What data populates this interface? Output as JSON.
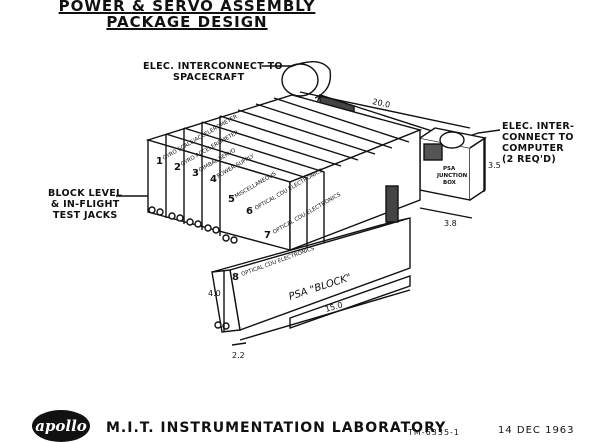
{
  "title": {
    "line1": "POWER & SERVO ASSEMBLY",
    "line2": "PACKAGE DESIGN"
  },
  "callouts": {
    "spacecraft": [
      "ELEC. INTERCONNECT TO",
      "SPACECRAFT"
    ],
    "computer": [
      "ELEC. INTER-",
      "CONNECT TO",
      "COMPUTER",
      "(2 REQ'D)"
    ],
    "jacks": [
      "BLOCK LEVEL",
      "& IN-FLIGHT",
      "TEST JACKS"
    ]
  },
  "modules": [
    {
      "num": "1",
      "name": "GYRO SCALE/ACCELEROMETER"
    },
    {
      "num": "2",
      "name": "GYRO ACCELEROMETER"
    },
    {
      "num": "3",
      "name": "GIMBAL SERVO"
    },
    {
      "num": "4",
      "name": "POWER SUPPLY"
    },
    {
      "num": "5",
      "name": "MISCELLANEOUS"
    },
    {
      "num": "6",
      "name": "OPTICAL CDU ELECTRONICS"
    },
    {
      "num": "7",
      "name": "OPTICAL CDU ELECTRONICS"
    },
    {
      "num": "8",
      "name": "OPTICAL CDU ELECTRONICS"
    }
  ],
  "psa_label": "PSA \"BLOCK\"",
  "junction_box": [
    "PSA",
    "JUNCTION",
    "BOX"
  ],
  "dimensions": {
    "length_top": "20.0",
    "height_right": "3.5",
    "width_box": "3.8",
    "height_left": "4.0",
    "length_bottom": "15.0",
    "width_bottom": "2.2"
  },
  "footer": {
    "logo": "apollo",
    "lab": "M.I.T. INSTRUMENTATION LABORATORY",
    "code": "TM-6335-1",
    "date": "14 DEC 1963"
  }
}
